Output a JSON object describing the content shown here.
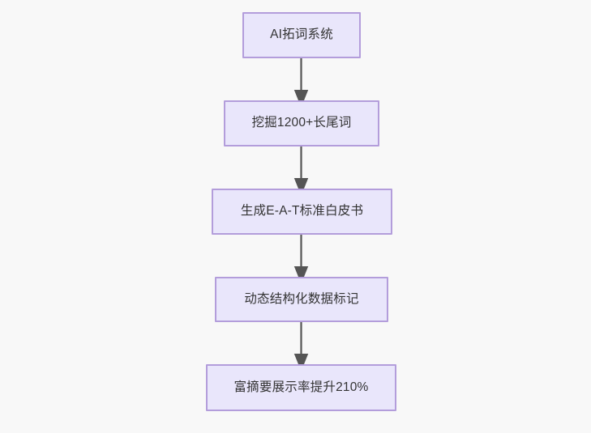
{
  "diagram": {
    "type": "flowchart",
    "direction": "top-to-bottom",
    "background_color": "#f8f8f8",
    "node_fill_color": "#e9e6fb",
    "node_border_color": "#b39ddb",
    "node_text_color": "#333333",
    "edge_color": "#555555",
    "nodes": [
      {
        "id": "n1",
        "label": "AI拓词系统"
      },
      {
        "id": "n2",
        "label": "挖掘1200+长尾词"
      },
      {
        "id": "n3",
        "label": "生成E-A-T标准白皮书"
      },
      {
        "id": "n4",
        "label": "动态结构化数据标记"
      },
      {
        "id": "n5",
        "label": "富摘要展示率提升210%"
      }
    ],
    "edges": [
      {
        "from": "n1",
        "to": "n2",
        "label": "",
        "arrow": "arrow-down-icon"
      },
      {
        "from": "n2",
        "to": "n3",
        "label": "",
        "arrow": "arrow-down-icon"
      },
      {
        "from": "n3",
        "to": "n4",
        "label": "",
        "arrow": "arrow-down-icon"
      },
      {
        "from": "n4",
        "to": "n5",
        "label": "",
        "arrow": "arrow-down-icon"
      }
    ]
  }
}
